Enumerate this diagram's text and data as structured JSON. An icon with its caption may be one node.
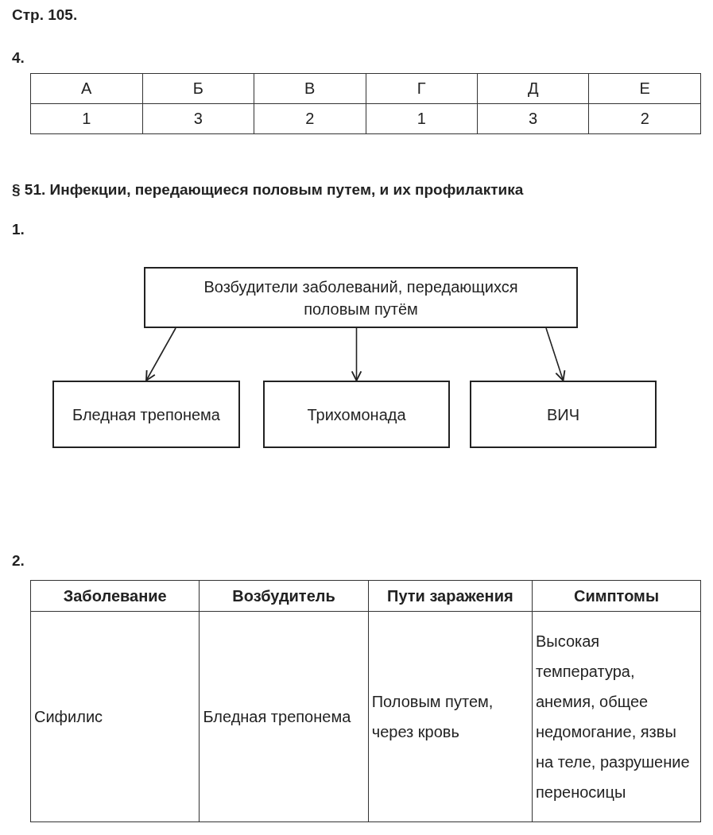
{
  "diagram": {
    "title": "§ 51. Инфекции, передающиеся половым путем, и их профилактика",
    "nodes": [
      {
        "text": [
          "Возбудители заболеваний, передающихся половым путём"
        ]
      },
      {
        "text": [
          "Бледная трепонема"
        ]
      },
      {
        "text": [
          "Трихомонада"
        ]
      },
      {
        "text": [
          "ВИЧ"
        ]
      }
    ],
    "edges": [
      {
        "from": 0,
        "to": 1,
        "arrow": "to"
      },
      {
        "from": 0,
        "to": 2,
        "arrow": "to"
      },
      {
        "from": 0,
        "to": 3,
        "arrow": "to"
      }
    ],
    "labels": [
      "Стр. 105.",
      "4.",
      "А",
      "Б",
      "В",
      "Г",
      "Д",
      "Е",
      "1",
      "3",
      "2",
      "1",
      "3",
      "2",
      "1.",
      "2.",
      "Заболевание",
      "Возбудитель",
      "Пути заражения",
      "Симптомы",
      "Сифилис",
      "Бледная трепонема",
      "Половым путем, через кровь",
      "Высокая температура, анемия, общее недомогание, язвы на теле, разрушение переносицы"
    ]
  }
}
